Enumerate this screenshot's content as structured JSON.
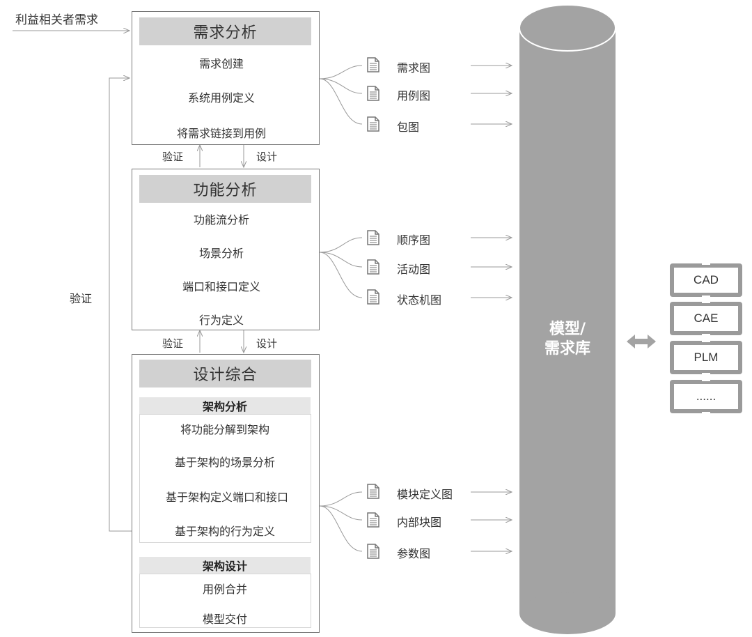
{
  "stakeholder_input": "利益相关者需求",
  "verify_loop_label": "验证",
  "requirements": {
    "title": "需求分析",
    "steps": [
      "需求创建",
      "系统用例定义",
      "将需求链接到用例"
    ],
    "docs": [
      "需求图",
      "用例图",
      "包图"
    ]
  },
  "link_1": {
    "verify": "验证",
    "design": "设计"
  },
  "functional": {
    "title": "功能分析",
    "steps": [
      "功能流分析",
      "场景分析",
      "端口和接口定义",
      "行为定义"
    ],
    "docs": [
      "顺序图",
      "活动图",
      "状态机图"
    ]
  },
  "link_2": {
    "verify": "验证",
    "design": "设计"
  },
  "synthesis": {
    "title": "设计综合",
    "arch_analysis": {
      "title": "架构分析",
      "steps": [
        "将功能分解到架构",
        "基于架构的场景分析",
        "基于架构定义端口和接口",
        "基于架构的行为定义"
      ]
    },
    "arch_design": {
      "title": "架构设计",
      "steps": [
        "用例合并",
        "模型交付"
      ]
    },
    "docs": [
      "模块定义图",
      "内部块图",
      "参数图"
    ]
  },
  "repository": {
    "line1": "模型/",
    "line2": "需求库"
  },
  "tools": [
    "CAD",
    "CAE",
    "PLM",
    "......"
  ],
  "colors": {
    "cylinder": "#a3a3a3",
    "header": "#d1d1d1",
    "line": "#999999",
    "tool_frame": "#9a9a9a"
  }
}
